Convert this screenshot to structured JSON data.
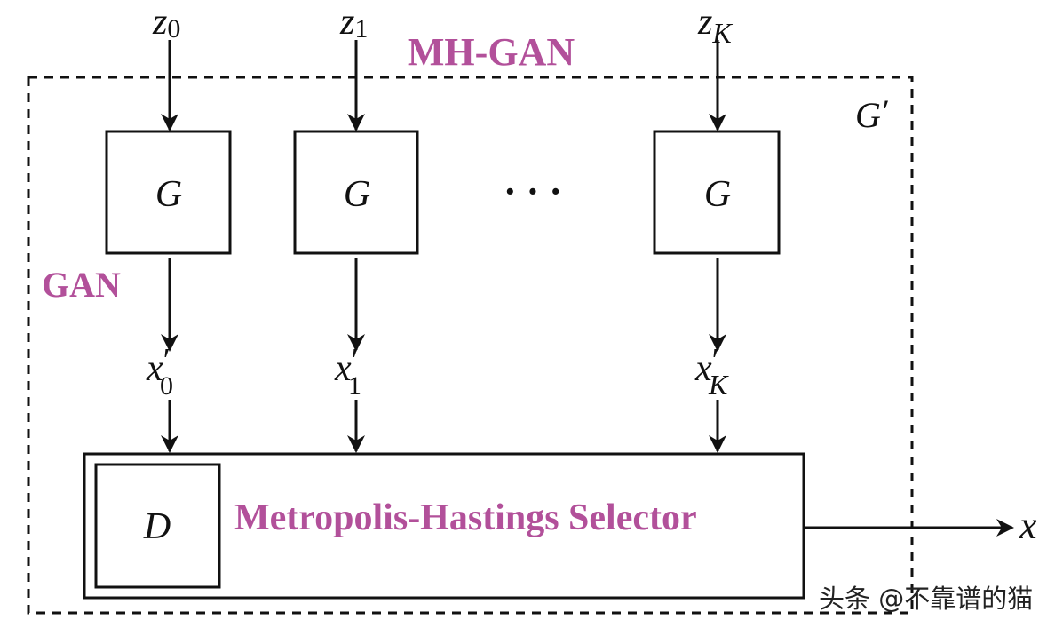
{
  "title": "MH-GAN",
  "gan_label": "GAN",
  "outer_label": {
    "main": "G",
    "prime": "′"
  },
  "latent_inputs": [
    {
      "main": "z",
      "sub": "0"
    },
    {
      "main": "z",
      "sub": "1"
    },
    {
      "main": "z",
      "sub": "K"
    }
  ],
  "generator_label": "G",
  "ellipsis": "· · ·",
  "samples": [
    {
      "main": "x",
      "prime": "′",
      "sub": "0"
    },
    {
      "main": "x",
      "prime": "′",
      "sub": "1"
    },
    {
      "main": "x",
      "prime": "′",
      "sub": "K"
    }
  ],
  "discriminator_label": "D",
  "selector_label": "Metropolis-Hastings Selector",
  "output_label": "x",
  "watermark": "头条 @不靠谱的猫",
  "colors": {
    "accent": "#b2509a",
    "stroke": "#111111"
  }
}
